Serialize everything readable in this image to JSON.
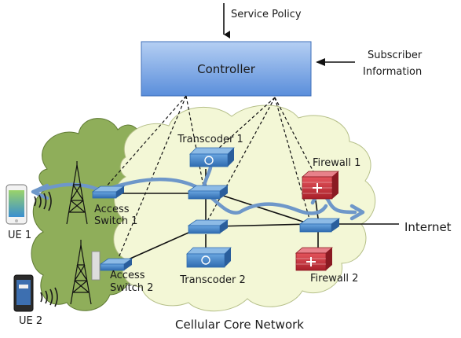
{
  "controller": {
    "label": "Controller",
    "inputs": [
      "Service Policy",
      "Subscriber",
      "Information"
    ]
  },
  "network": {
    "core_label": "Cellular Core Network",
    "internet_label": "Internet"
  },
  "devices": {
    "transcoder_1": "Transcoder 1",
    "transcoder_2": "Transcoder 2",
    "firewall_1": "Firewall 1",
    "firewall_2": "Firewall 2",
    "access_switch_1": [
      "Access",
      "Switch 1"
    ],
    "access_switch_2": [
      "Access",
      "Switch 2"
    ],
    "ue_1": "UE 1",
    "ue_2": "UE 2"
  },
  "colors": {
    "controller_fill_top": "#a9c6ef",
    "controller_fill_bottom": "#5b8fdc",
    "core_cloud": "#f3f7d6",
    "access_cloud": "#8fae5a",
    "switch": "#3f7fc2",
    "firewall": "#cc2f3a",
    "flow_arrow": "#6e97c9"
  }
}
